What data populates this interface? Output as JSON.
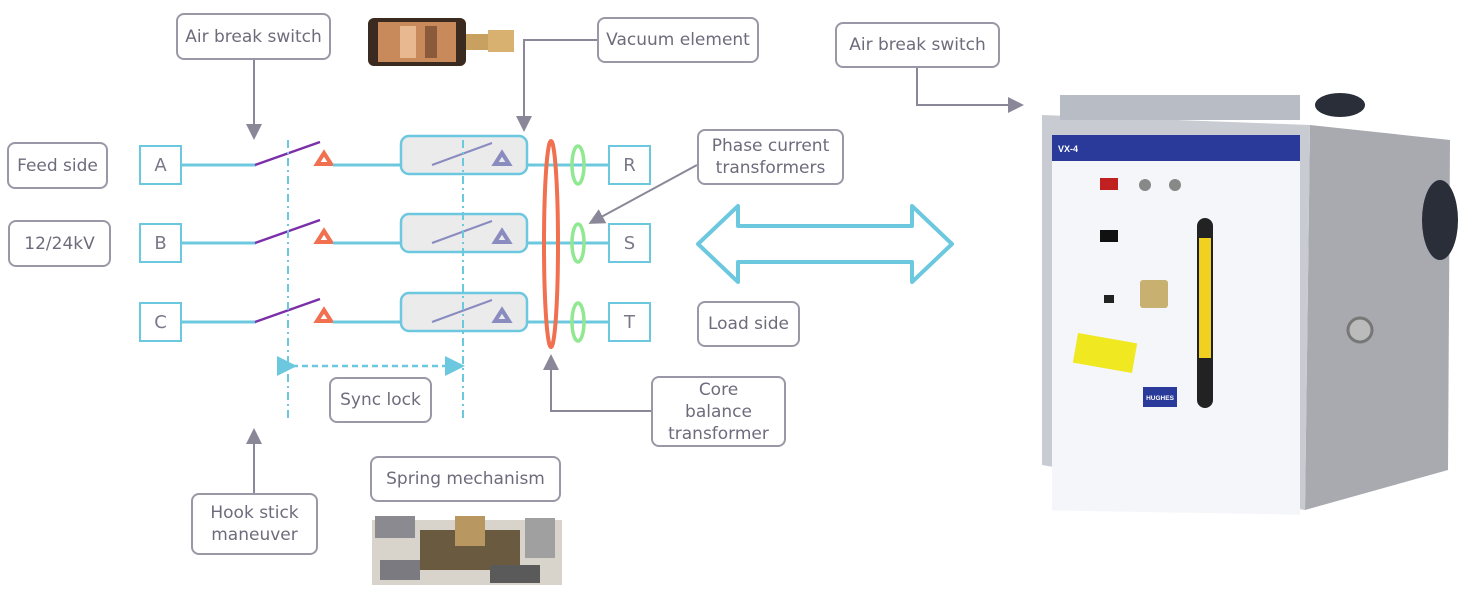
{
  "labels": {
    "air_break_switch_left": "Air break switch",
    "vacuum_element": "Vacuum element",
    "air_break_switch_right": "Air break switch",
    "feed_side": "Feed side",
    "voltage": "12/24kV",
    "phase_current_transformers": "Phase current transformers",
    "load_side": "Load side",
    "sync_lock": "Sync lock",
    "core_balance_transformer": "Core balance transformer",
    "hook_stick_maneuver": "Hook stick maneuver",
    "spring_mechanism": "Spring mechanism"
  },
  "phases_in": [
    "A",
    "B",
    "C"
  ],
  "phases_out": [
    "R",
    "S",
    "T"
  ],
  "product": {
    "model": "VX-4",
    "brand": "HUGHES"
  },
  "colors": {
    "line": "#6cc8df",
    "switch": "#7b2fa8",
    "contact": "#f07050",
    "vacuum_contact": "#8a8cc0",
    "core_balance": "#f07050",
    "ct": "#90e890",
    "arrow": "#8a8898"
  }
}
